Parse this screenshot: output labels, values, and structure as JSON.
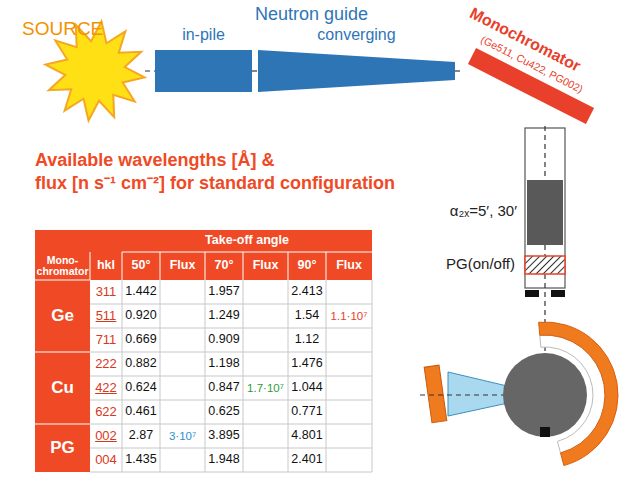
{
  "diagram": {
    "nodes": [
      {
        "text": [
          "SOURCE"
        ]
      },
      {
        "text": [
          "in-pile"
        ]
      },
      {
        "text": [
          "converging"
        ]
      },
      {
        "text": [
          "Monochromator",
          "(Ge511, Cu422, PG002)"
        ]
      },
      {
        "text": [
          "α₂ₓ=5′, 30′"
        ]
      },
      {
        "text": [
          "PG(on/off)"
        ]
      }
    ],
    "edges": [
      {
        "from": 0,
        "to": 1,
        "arrow": "none"
      },
      {
        "from": 1,
        "to": 2,
        "arrow": "none"
      },
      {
        "from": 2,
        "to": 3,
        "arrow": "none"
      },
      {
        "from": 3,
        "to": 4,
        "arrow": "none"
      },
      {
        "from": 4,
        "to": 5,
        "arrow": "none"
      }
    ],
    "labels": [
      "Neutron guide",
      "Available wavelengths [Å] &",
      "flux [n s⁻¹ cm⁻²] for standard configuration",
      "Take-off angle",
      "Mono- chromator",
      "hkl",
      "50°",
      "Flux",
      "70°",
      "Flux",
      "90°",
      "Flux",
      "Ge",
      "311",
      "1.442",
      "1.957",
      "2.413",
      "511",
      "0.920",
      "1.249",
      "1.54",
      "1.1·10⁷",
      "711",
      "0.669",
      "0.909",
      "1.12",
      "Cu",
      "222",
      "0.882",
      "1.198",
      "1.476",
      "422",
      "0.624",
      "0.847",
      "1.7·10⁷",
      "1.044",
      "622",
      "0.461",
      "0.625",
      "0.771",
      "PG",
      "002",
      "2.87",
      "3·10⁷",
      "3.895",
      "4.801",
      "004",
      "1.435",
      "1.948",
      "2.401"
    ]
  }
}
